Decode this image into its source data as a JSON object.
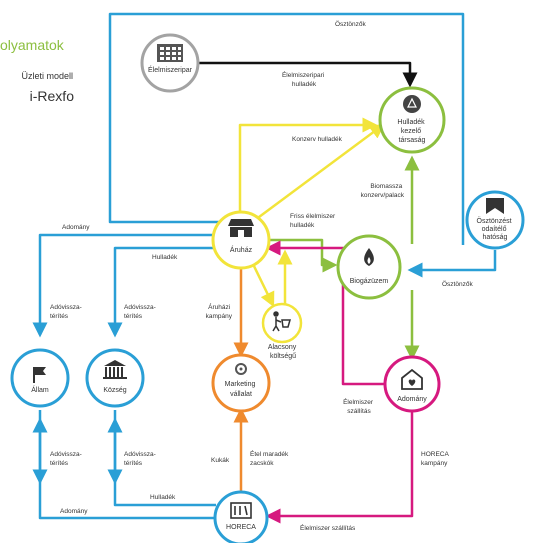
{
  "title": {
    "line1": "olyamatok",
    "line2": "Üzleti modell",
    "line3": "i-Rexfo"
  },
  "colors": {
    "blue": "#2a9fd6",
    "yellow": "#f2e43a",
    "green": "#8cbf3f",
    "orange": "#ef8a2e",
    "magenta": "#d6197f",
    "black": "#111111",
    "gray": "#a3a3a3"
  },
  "nodes": {
    "elelmiszeripar": "Élelmiszeripar",
    "hulladek_kezelo": [
      "Hulladék",
      "kezelő",
      "társaság"
    ],
    "osztonzest": [
      "Ösztönzést",
      "odaítélő",
      "hatóság"
    ],
    "aruhaz": "Áruház",
    "biogazuzem": "Biogázüzem",
    "alacsony": [
      "Alacsony",
      "költségű"
    ],
    "allam": "Állam",
    "kozseg": "Község",
    "marketing": [
      "Marketing",
      "vállalat"
    ],
    "adomany": "Adomány",
    "horeca": "HORECA"
  },
  "edge_labels": {
    "osztonzok_top": "Ösztönzők",
    "elelmiszeripari_hulladek": [
      "Élelmiszeripari",
      "hulladék"
    ],
    "konzerv_hulladek": "Konzerv hulladék",
    "biomassza": [
      "Biomassza",
      "konzerv/palack"
    ],
    "friss_elelmiszer": [
      "Friss élelmiszer",
      "hulladék"
    ],
    "osztonzok_right": "Ösztönzők",
    "adomany_left": "Adomány",
    "hulladek_left": "Hulladék",
    "adovisszaterites_1": [
      "Adóvissza-",
      "térítés"
    ],
    "adovisszaterites_2": [
      "Adóvissza-",
      "térítés"
    ],
    "aruhazi_kampany": [
      "Áruházi",
      "kampány"
    ],
    "elelmiszer_szallitas_mid": [
      "Élelmiszer",
      "szállítás"
    ],
    "adovisszaterites_3": [
      "Adóvissza-",
      "térítés"
    ],
    "adovisszaterites_4": [
      "Adóvissza-",
      "térítés"
    ],
    "kukak": "Kukák",
    "etel_maradek": [
      "Étel maradék",
      "zacskók"
    ],
    "horeca_kampany": [
      "HORECA",
      "kampány"
    ],
    "hulladek_bottom": "Hulladék",
    "adomany_bottom": "Adomány",
    "elelmiszer_szallitas_bottom": "Élelmiszer szállítás"
  }
}
